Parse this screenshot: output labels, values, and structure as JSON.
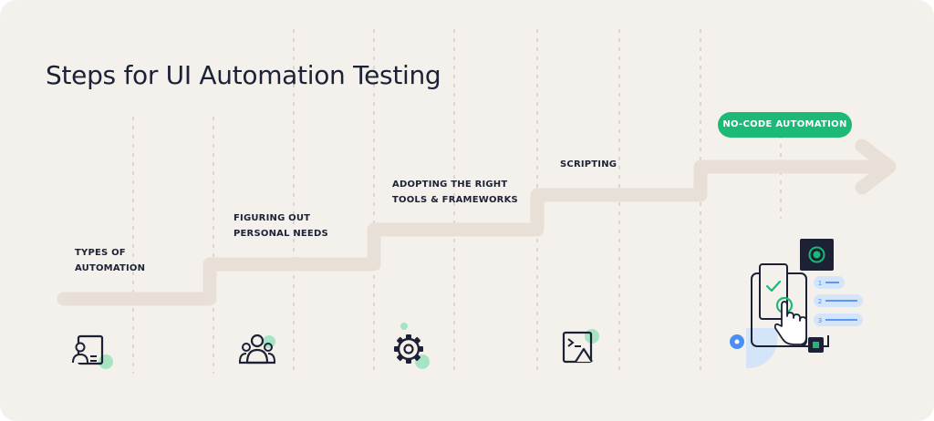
{
  "title": "Steps for UI Automation Testing",
  "steps": [
    {
      "lines": [
        "TYPES OF",
        "AUTOMATION"
      ],
      "icon": "user-document-icon"
    },
    {
      "lines": [
        "FIGURING OUT",
        "PERSONAL NEEDS"
      ],
      "icon": "group-icon"
    },
    {
      "lines": [
        "ADOPTING THE RIGHT",
        "TOOLS & FRAMEWORKS"
      ],
      "icon": "gear-icon"
    },
    {
      "lines": [
        "SCRIPTING"
      ],
      "icon": "terminal-icon"
    }
  ],
  "highlight": {
    "label": "NO-CODE AUTOMATION",
    "color": "#1db977"
  },
  "illustration": {
    "list_items": [
      "1",
      "2",
      "3"
    ],
    "icon": "touch-phone-icon"
  },
  "colors": {
    "background": "#f4f0eb",
    "path": "#e8e0d6",
    "text": "#1c2135",
    "accent_green": "#1db977",
    "accent_blue": "#4d8ef5",
    "light_blue": "#d4e4f9"
  }
}
